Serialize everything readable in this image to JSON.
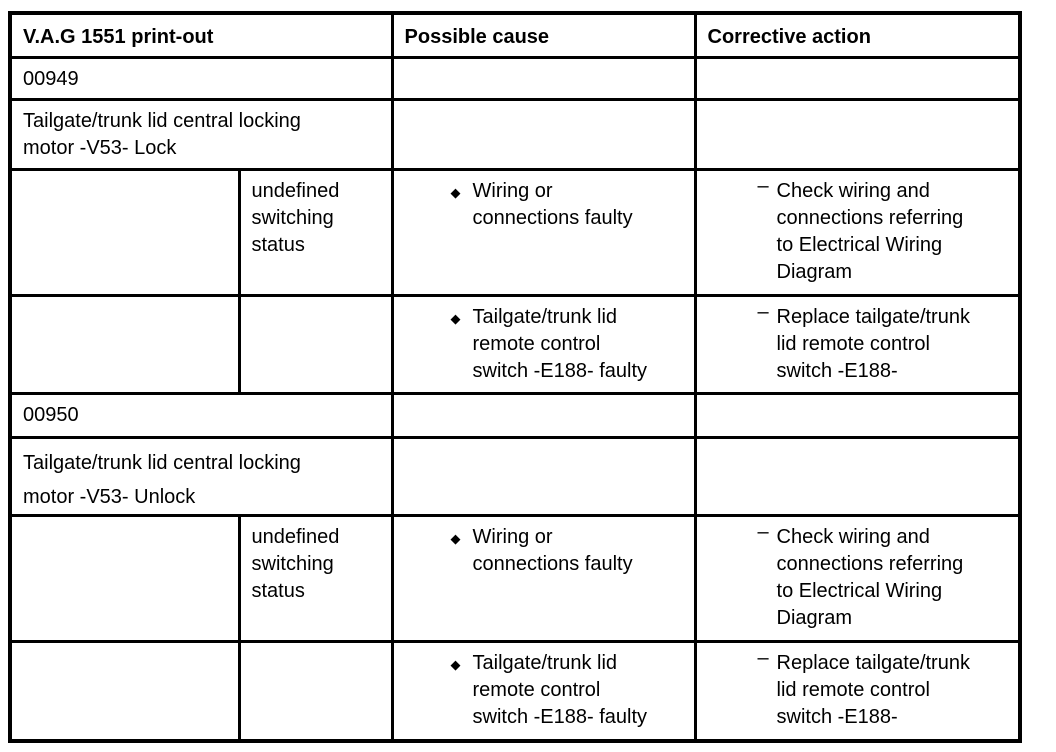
{
  "page": {
    "background_color": "#ffffff",
    "text_color": "#000000",
    "border_color": "#000000"
  },
  "header": {
    "col_printout": "V.A.G 1551 print-out",
    "col_cause": "Possible cause",
    "col_action": "Corrective action"
  },
  "bullets": {
    "cause": "◆",
    "action": "–"
  },
  "sections": [
    {
      "code": "00949",
      "description": "Tailgate/trunk lid central locking\nmotor -V53- Lock",
      "rows": [
        {
          "status": "undefined\nswitching\nstatus",
          "cause": "Wiring or\nconnections faulty",
          "action": "Check wiring and\nconnections referring\nto Electrical Wiring\nDiagram"
        },
        {
          "status": "",
          "cause": "Tailgate/trunk lid\nremote control\nswitch -E188- faulty",
          "action": "Replace tailgate/trunk\nlid remote control\nswitch -E188-"
        }
      ]
    },
    {
      "code": "00950",
      "description": "Tailgate/trunk lid central locking\nmotor -V53- Unlock",
      "rows": [
        {
          "status": "undefined\nswitching\nstatus",
          "cause": "Wiring or\nconnections faulty",
          "action": "Check wiring and\nconnections referring\nto Electrical Wiring\nDiagram"
        },
        {
          "status": "",
          "cause": "Tailgate/trunk lid\nremote control\nswitch -E188- faulty",
          "action": "Replace tailgate/trunk\nlid remote control\nswitch -E188-"
        }
      ]
    }
  ]
}
